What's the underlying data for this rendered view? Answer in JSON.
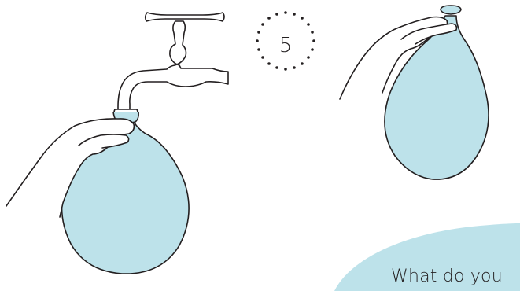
{
  "step": {
    "number": "5"
  },
  "caption": {
    "text": "What do you"
  },
  "colors": {
    "water": "#bde2ea",
    "outline": "#231f20",
    "background": "#ffffff",
    "bubble": "#bde2ea"
  },
  "illustrations": {
    "left": "hand-holding-balloon-under-tap",
    "right": "hand-holding-filled-balloon-neck"
  }
}
